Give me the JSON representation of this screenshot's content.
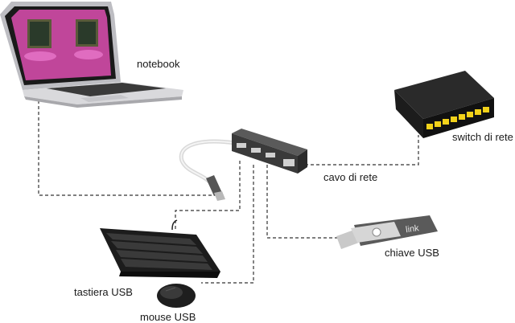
{
  "labels": {
    "notebook": "notebook",
    "switch": "switch di rete",
    "network_cable": "cavo di rete",
    "usb_key": "chiave USB",
    "keyboard": "tastiera USB",
    "mouse": "mouse USB"
  },
  "colors": {
    "connector_line": "#333333",
    "switch_ports": "#f2d21a",
    "laptop_screen": "#c0469a",
    "laptop_body": "#d9d9dc",
    "device_dark": "#1c1c1c",
    "hub_body": "#3a3a3a",
    "usb_key_body": "#5a5a5a",
    "usb_key_metal": "#c9c9c9",
    "brand_text": "#e8e8e8"
  },
  "usb_key_brand": "link"
}
